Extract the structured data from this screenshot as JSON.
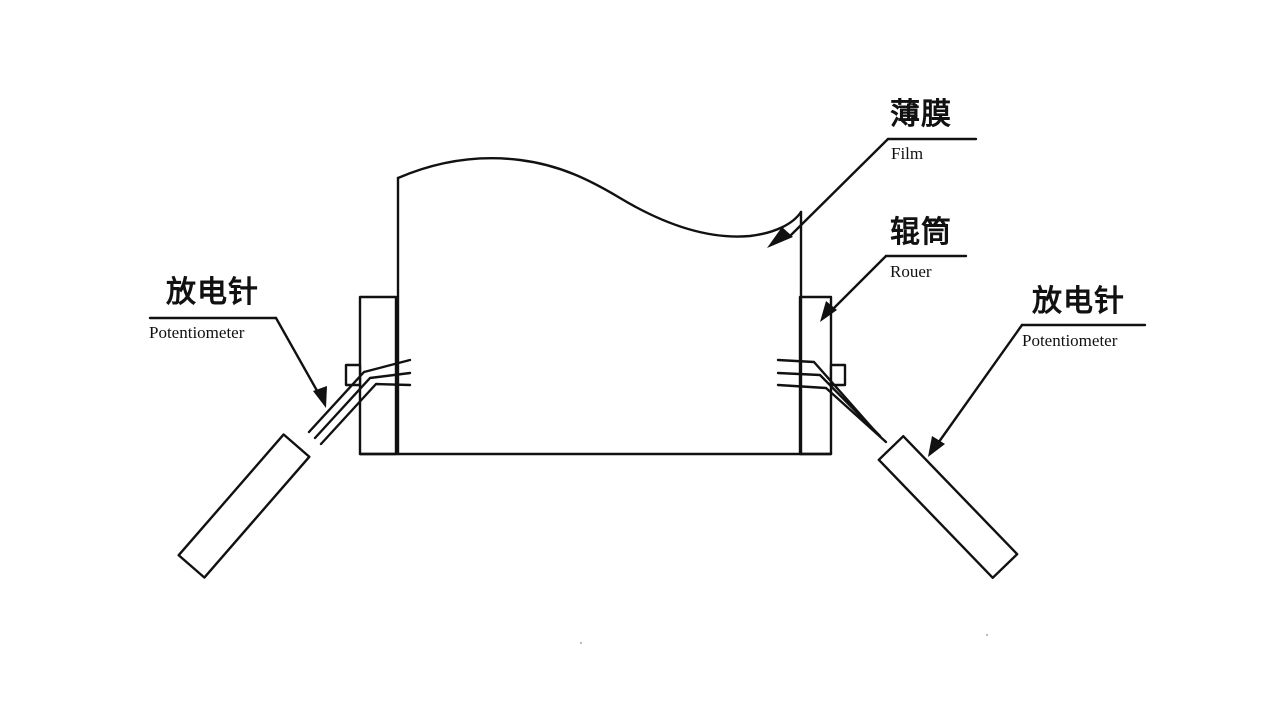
{
  "film_label": {
    "zh": "薄膜",
    "en": "Film"
  },
  "roller_label": {
    "zh": "辊筒",
    "en": "Rouer"
  },
  "left_needle_label": {
    "zh": "放电针",
    "en": "Potentiometer"
  },
  "right_needle_label": {
    "zh": "放电针",
    "en": "Potentiometer"
  },
  "colors": {
    "line": "#111111",
    "background": "#ffffff"
  }
}
